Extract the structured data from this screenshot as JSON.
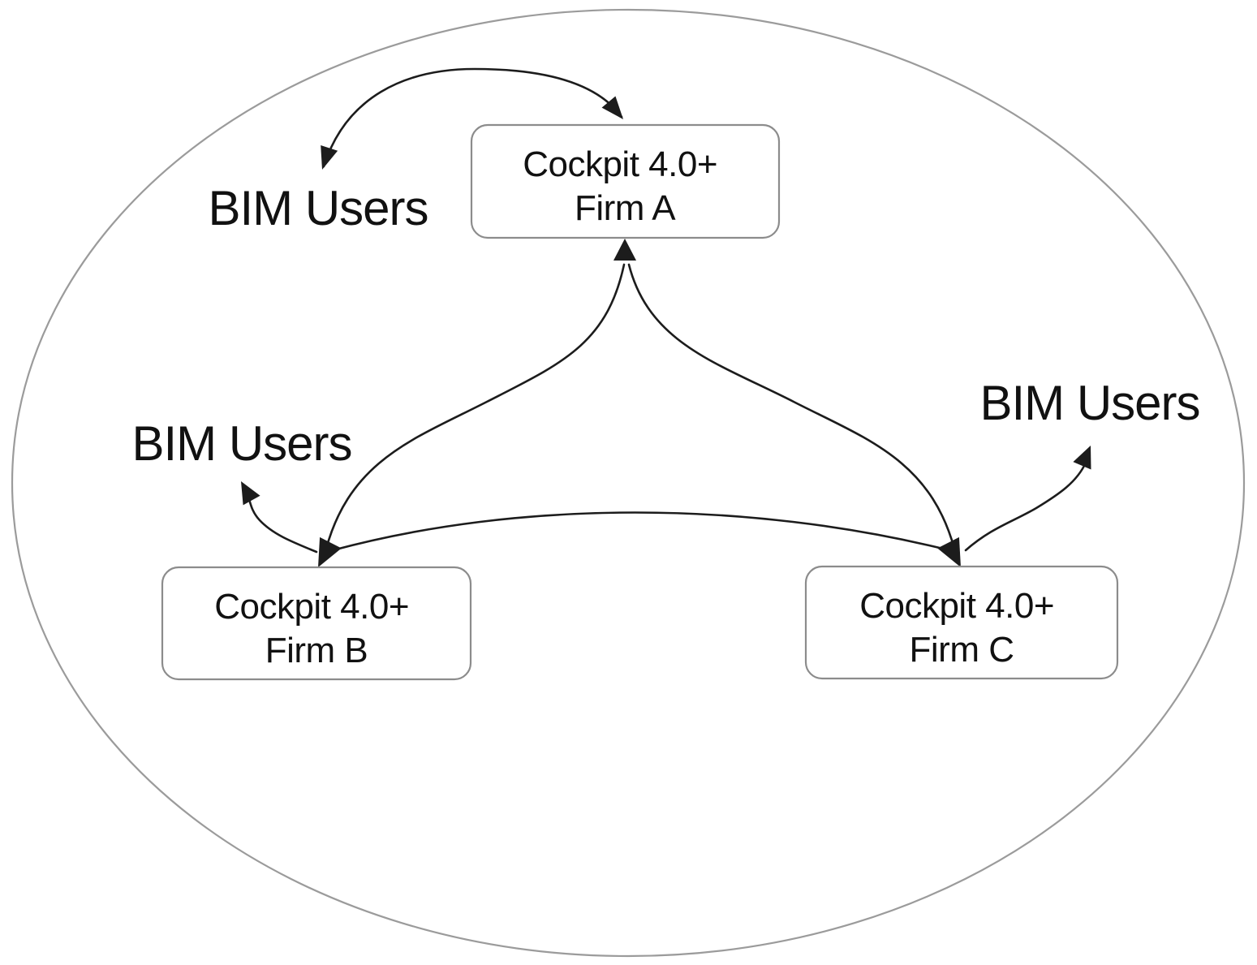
{
  "diagram": {
    "nodes": [
      {
        "id": "firm-a",
        "line1": "Cockpit 4.0+",
        "line2": "Firm A"
      },
      {
        "id": "firm-b",
        "line1": "Cockpit 4.0+",
        "line2": "Firm B"
      },
      {
        "id": "firm-c",
        "line1": "Cockpit 4.0+",
        "line2": "Firm C"
      }
    ],
    "labels": [
      {
        "id": "bim-users-top-left",
        "text": "BIM Users"
      },
      {
        "id": "bim-users-left",
        "text": "BIM Users"
      },
      {
        "id": "bim-users-right",
        "text": "BIM Users"
      }
    ],
    "colors": {
      "arrow": "#1c1c1c",
      "text": "#111111",
      "node_border": "#8c8c8c",
      "node_fill": "#ffffff",
      "ellipse_border": "#9b9b9b",
      "background": "#ffffff"
    }
  }
}
